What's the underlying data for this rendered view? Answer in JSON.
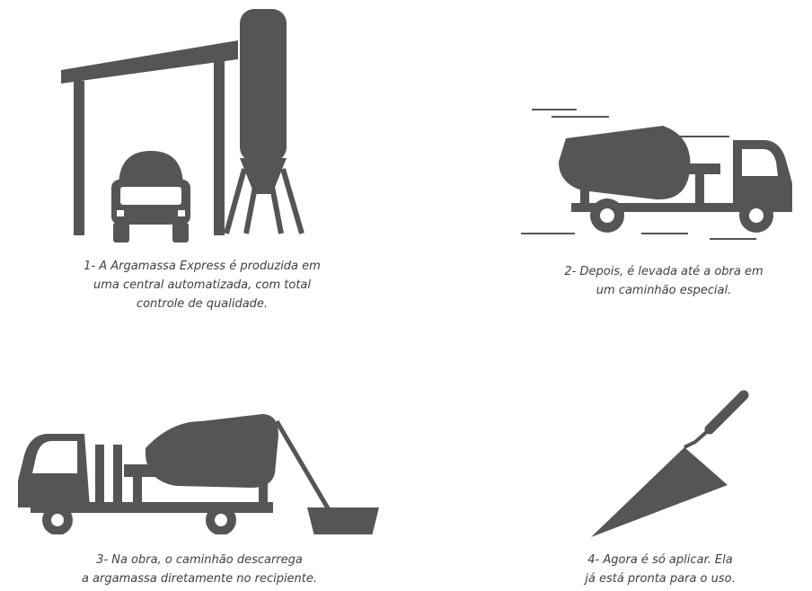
{
  "colors": {
    "ink": "#555555",
    "text": "#3f3f3f",
    "background": "#ffffff"
  },
  "steps": [
    {
      "icon": "factory-plant-icon",
      "lines": [
        "1- A Argamassa Express é produzida em",
        "uma central automatizada, com total",
        "controle de qualidade."
      ]
    },
    {
      "icon": "mixer-truck-icon",
      "lines": [
        "2- Depois, é levada até a obra em",
        "um caminhão especial."
      ]
    },
    {
      "icon": "truck-unloading-icon",
      "lines": [
        "3- Na obra, o caminhão descarrega",
        "a argamassa diretamente no recipiente."
      ]
    },
    {
      "icon": "trowel-icon",
      "lines": [
        "4- Agora é só aplicar. Ela",
        "já está pronta para o uso."
      ]
    }
  ]
}
